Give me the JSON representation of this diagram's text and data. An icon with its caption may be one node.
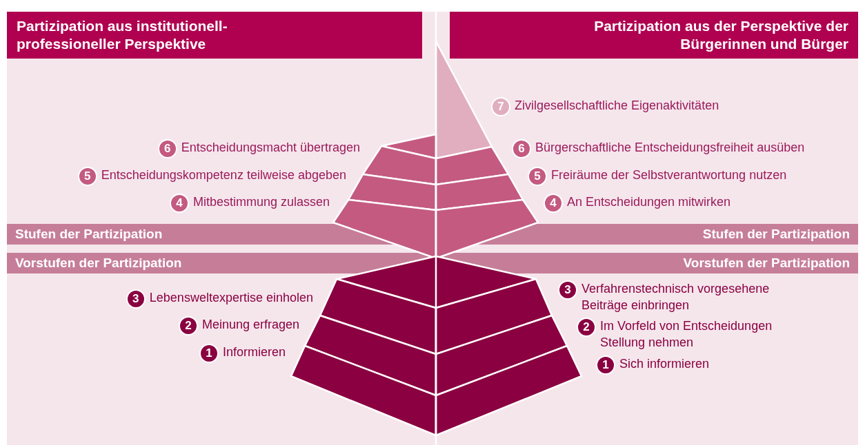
{
  "diagram": {
    "nodes": [
      {
        "text": [
          "Partizipation aus institutionell-professioneller Perspektive"
        ]
      },
      {
        "text": [
          "Partizipation aus der Perspektive der Bürgerinnen und Bürger"
        ]
      },
      {
        "text": [
          "7"
        ],
        "beside": [
          "Zivilgesellschaftliche Eigenaktivitäten"
        ]
      },
      {
        "text": [
          "6"
        ],
        "beside": [
          "Entscheidungsmacht übertragen"
        ]
      },
      {
        "text": [
          "6"
        ],
        "beside": [
          "Bürgerschaftliche Entscheidungsfreiheit ausüben"
        ]
      },
      {
        "text": [
          "5"
        ],
        "beside": [
          "Entscheidungskompetenz teilweise abgeben"
        ]
      },
      {
        "text": [
          "5"
        ],
        "beside": [
          "Freiräume der Selbstverantwortung nutzen"
        ]
      },
      {
        "text": [
          "4"
        ],
        "beside": [
          "Mitbestimmung zulassen"
        ]
      },
      {
        "text": [
          "4"
        ],
        "beside": [
          "An Entscheidungen mitwirken"
        ]
      },
      {
        "text": [
          "Stufen der Partizipation"
        ]
      },
      {
        "text": [
          "Stufen der Partizipation"
        ]
      },
      {
        "text": [
          "Vorstufen der Partizipation"
        ]
      },
      {
        "text": [
          "Vorstufen der Partizipation"
        ]
      },
      {
        "text": [
          "3"
        ],
        "beside": [
          "Lebensweltexpertise einholen"
        ]
      },
      {
        "text": [
          "3"
        ],
        "beside": [
          "Verfahrenstechnisch vorgesehene Beiträge einbringen"
        ]
      },
      {
        "text": [
          "2"
        ],
        "beside": [
          "Meinung erfragen"
        ]
      },
      {
        "text": [
          "2"
        ],
        "beside": [
          "Im Vorfeld von Entscheidungen Stellung nehmen"
        ]
      },
      {
        "text": [
          "1"
        ],
        "beside": [
          "Informieren"
        ]
      },
      {
        "text": [
          "1"
        ],
        "beside": [
          "Sich informieren"
        ]
      }
    ],
    "edges": []
  }
}
